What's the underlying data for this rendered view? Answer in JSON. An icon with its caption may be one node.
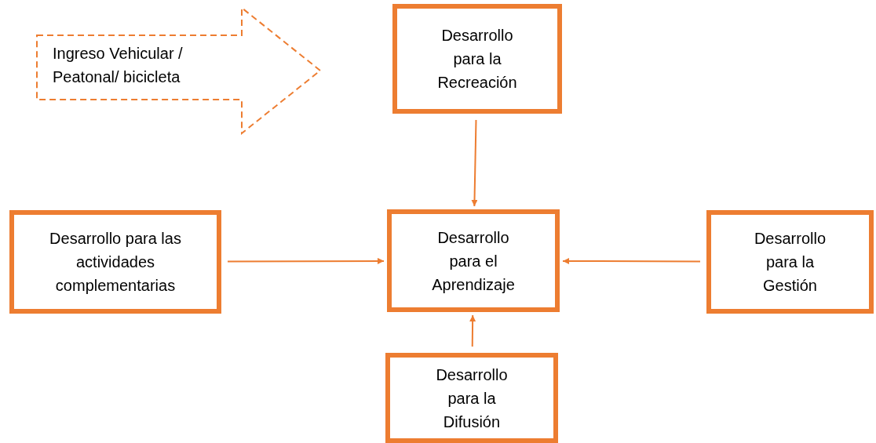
{
  "diagram": {
    "nodes": [
      {
        "text": [
          "Ingreso Vehicular / Peatonal/ bicicleta"
        ]
      },
      {
        "text": [
          "Desarrollo para la Recreación"
        ]
      },
      {
        "text": [
          "Desarrollo para las actividades complementarias"
        ]
      },
      {
        "text": [
          "Desarrollo para el Aprendizaje"
        ]
      },
      {
        "text": [
          "Desarrollo para la Gestión"
        ]
      },
      {
        "text": [
          "Desarrollo para la Difusión"
        ]
      }
    ],
    "edges": [
      {
        "from": 1,
        "to": 3,
        "arrow": "to"
      },
      {
        "from": 2,
        "to": 3,
        "arrow": "to"
      },
      {
        "from": 4,
        "to": 3,
        "arrow": "to"
      },
      {
        "from": 5,
        "to": 3,
        "arrow": "to"
      }
    ]
  }
}
